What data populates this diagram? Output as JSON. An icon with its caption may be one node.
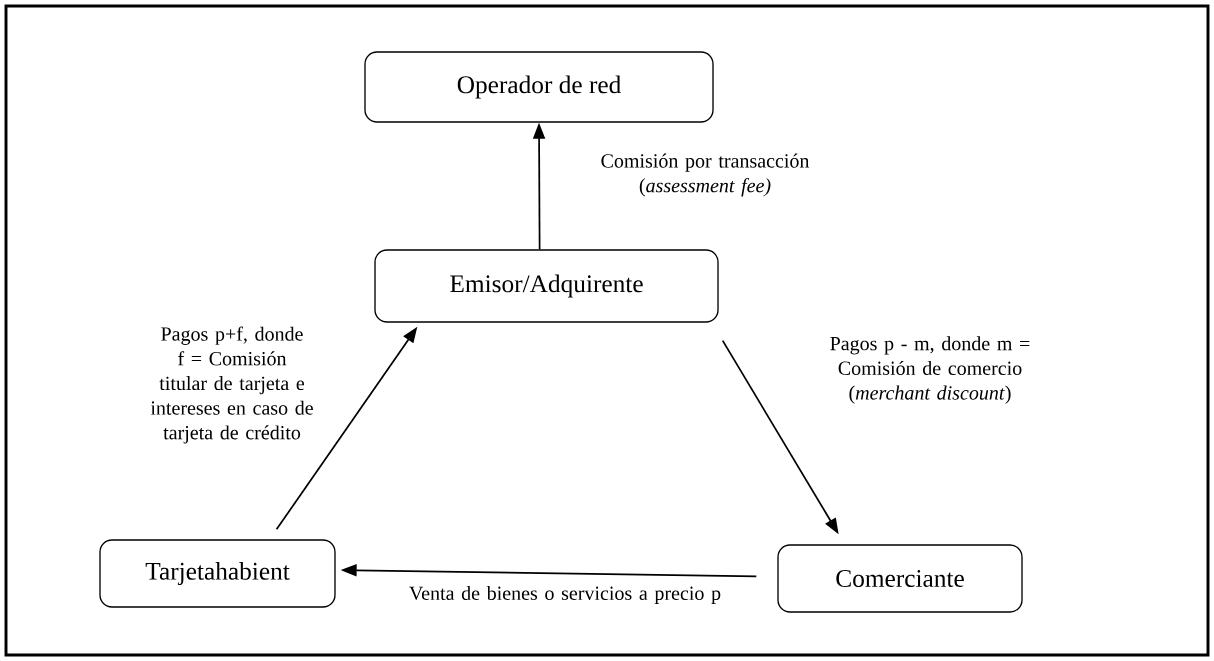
{
  "diagram": {
    "nodes": [
      {
        "text": [
          "Operador de red"
        ]
      },
      {
        "text": [
          "Emisor/Adquirente"
        ]
      },
      {
        "text": [
          "Tarjetahabient"
        ]
      },
      {
        "text": [
          "Comerciante"
        ]
      }
    ],
    "edges": [
      {
        "from": 1,
        "to": 0,
        "arrow": "to",
        "label": "Comisión por transacción (*assessment fee)*"
      },
      {
        "from": 2,
        "to": 1,
        "arrow": "to",
        "label": "Pagos p+f, donde f = Comisión titular de tarjeta e intereses en caso de tarjeta de crédito"
      },
      {
        "from": 1,
        "to": 3,
        "arrow": "to",
        "label": "Pagos p - m, donde m = Comisión de comercio (*merchant discount*)"
      },
      {
        "from": 3,
        "to": 2,
        "arrow": "to",
        "label": "Venta de bienes o servicios a precio p"
      }
    ]
  }
}
